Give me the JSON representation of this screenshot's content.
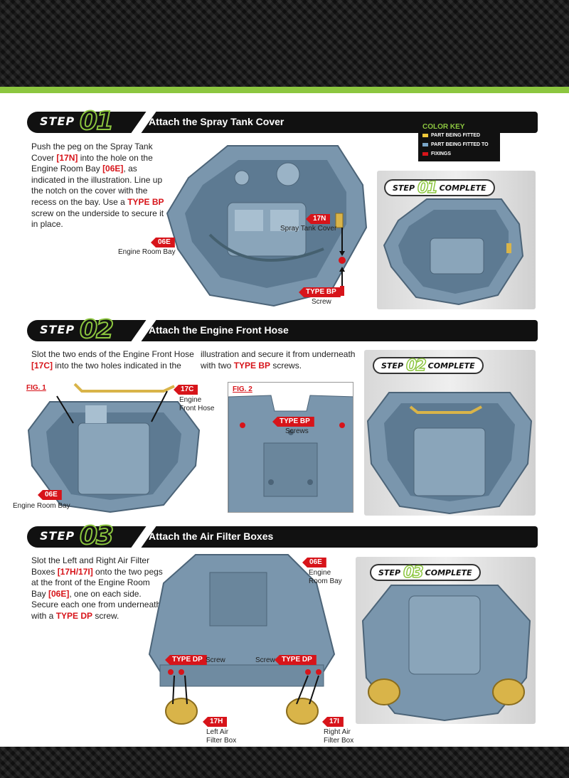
{
  "colors": {
    "accent_green": "#8cc63f",
    "tag_red": "#d7141a",
    "part_blue": "#6f8fa8",
    "part_gold": "#d9b449"
  },
  "color_key": {
    "title": "COLOR KEY",
    "items": [
      {
        "label": "PART BEING FITTED",
        "color": "#f0c93a"
      },
      {
        "label": "PART BEING FITTED TO",
        "color": "#7aa6c8"
      },
      {
        "label": "FIXINGS",
        "color": "#d7141a"
      }
    ]
  },
  "steps": [
    {
      "word": "STEP",
      "number": "01",
      "title": "Attach the Spray Tank Cover",
      "complete": {
        "word_left": "STEP",
        "number": "01",
        "word_right": "COMPLETE"
      },
      "instructions": {
        "p1": "Push the peg on the Spray Tank Cover ",
        "c1": "[17N]",
        "p2": " into the hole on the Engine Room Bay ",
        "c2": "[06E]",
        "p3": ", as indicated in the illustration. Line up the notch on the cover with the recess on the bay. Use a ",
        "c3": "TYPE BP",
        "p4": " screw on the underside to secure it in place."
      },
      "callouts": [
        {
          "code": "06E",
          "label": "Engine Room Bay"
        },
        {
          "code": "17N",
          "label": "Spray Tank Cover"
        },
        {
          "code": "TYPE BP",
          "label": "Screw"
        }
      ]
    },
    {
      "word": "STEP",
      "number": "02",
      "title": "Attach the Engine Front Hose",
      "complete": {
        "word_left": "STEP",
        "number": "02",
        "word_right": "COMPLETE"
      },
      "instructions_left": {
        "p1": "Slot the two ends of the Engine Front Hose ",
        "c1": "[17C]",
        "p2": " into the two holes indicated in the"
      },
      "instructions_right": {
        "p1": "illustration and secure it from underneath with two ",
        "c1": "TYPE BP",
        "p2": " screws."
      },
      "fig1": "FIG. 1",
      "fig2": "FIG. 2",
      "callouts": [
        {
          "code": "17C",
          "label": "Engine Front Hose"
        },
        {
          "code": "06E",
          "label": "Engine Room Bay"
        },
        {
          "code": "TYPE BP",
          "label": "Screws"
        }
      ]
    },
    {
      "word": "STEP",
      "number": "03",
      "title": "Attach the Air Filter Boxes",
      "complete": {
        "word_left": "STEP",
        "number": "03",
        "word_right": "COMPLETE"
      },
      "instructions": {
        "p1": "Slot the Left and Right Air Filter Boxes ",
        "c1": "[17H/17I]",
        "p2": " onto the two pegs at the front of the Engine Room Bay ",
        "c2": "[06E]",
        "p3": ", one on each side. Secure each one from underneath with a ",
        "c3": "TYPE DP",
        "p4": " screw."
      },
      "callouts": [
        {
          "code": "06E",
          "label": "Engine Room Bay"
        },
        {
          "code": "TYPE DP",
          "label": "Screw"
        },
        {
          "code": "TYPE DP",
          "label": "Screw"
        },
        {
          "code": "17H",
          "label": "Left Air Filter Box"
        },
        {
          "code": "17I",
          "label": "Right Air Filter Box"
        }
      ]
    }
  ]
}
